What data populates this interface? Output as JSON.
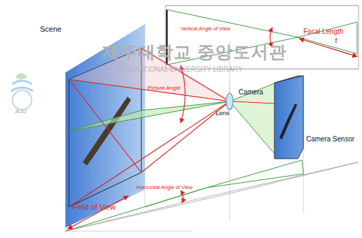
{
  "diagram": {
    "labels": [
      "Scene",
      "Picture Angle",
      "Camera",
      "Lens",
      "Camera Sensor",
      "Vertical Angle of View",
      "Focal Length",
      "f",
      "Horizontal Angle of View",
      "Field of View",
      "제주대학교 중앙도서관",
      "JEJU NATIONAL UNIVERSITY LIBRARY",
      "JEJU"
    ]
  }
}
